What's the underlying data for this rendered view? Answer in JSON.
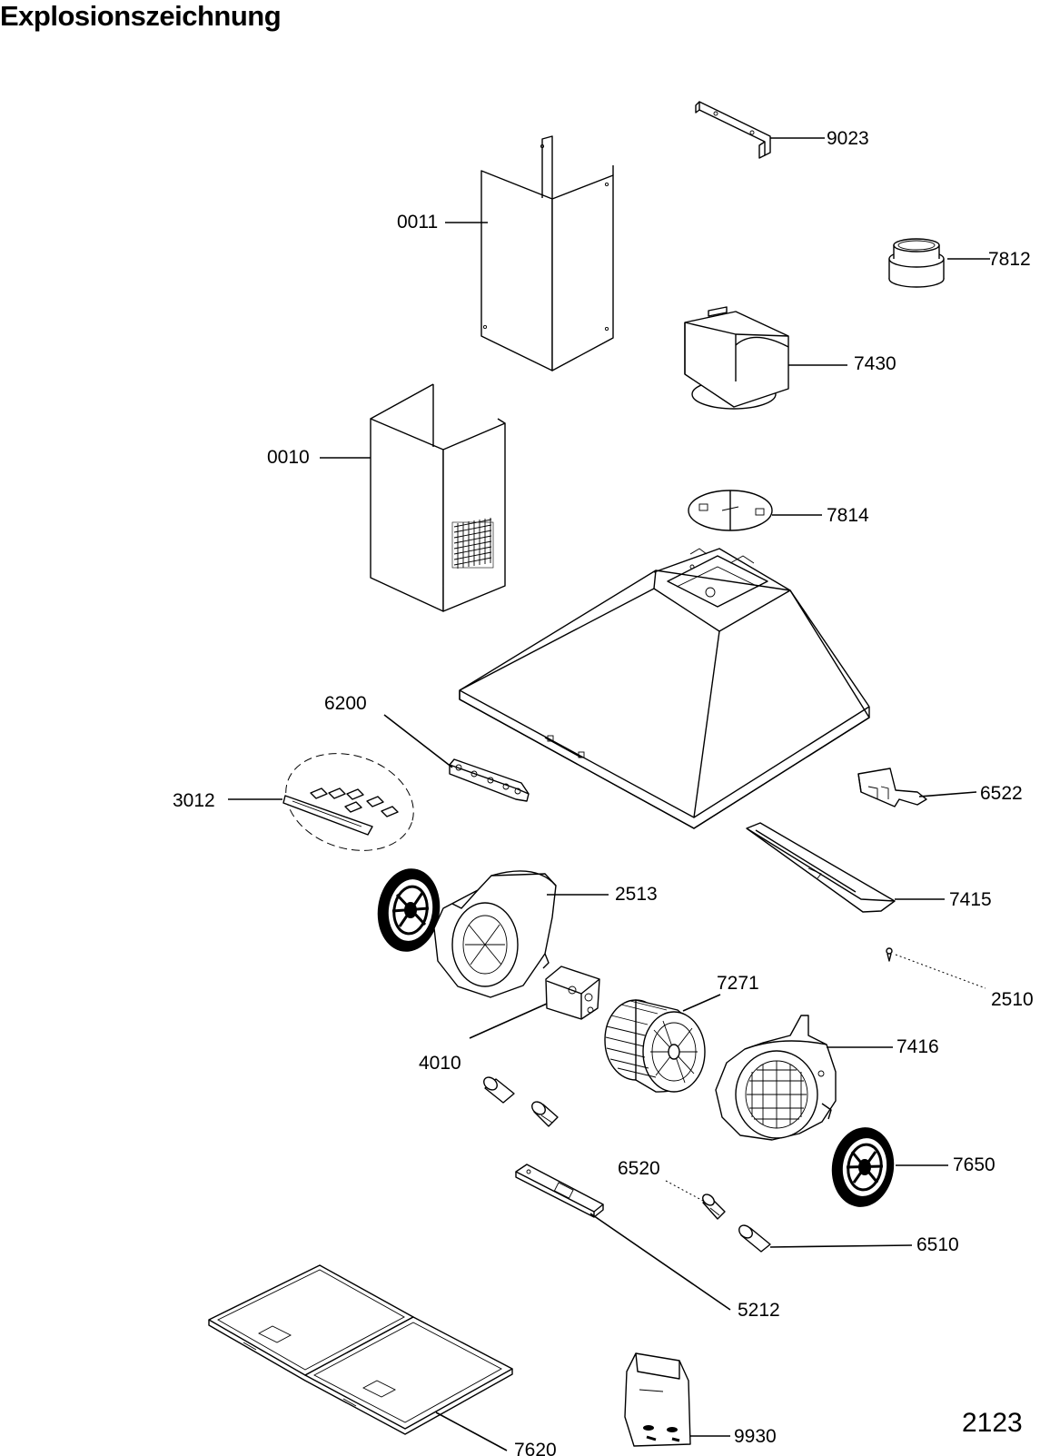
{
  "title": "Explosionszeichnung",
  "page_number": "2123",
  "parts": [
    {
      "id": "p-9023",
      "label": "9023"
    },
    {
      "id": "p-0011",
      "label": "0011"
    },
    {
      "id": "p-7812",
      "label": "7812"
    },
    {
      "id": "p-7430",
      "label": "7430"
    },
    {
      "id": "p-0010",
      "label": "0010"
    },
    {
      "id": "p-7814",
      "label": "7814"
    },
    {
      "id": "p-6200",
      "label": "6200"
    },
    {
      "id": "p-3012",
      "label": "3012"
    },
    {
      "id": "p-6522",
      "label": "6522"
    },
    {
      "id": "p-7415",
      "label": "7415"
    },
    {
      "id": "p-2510",
      "label": "2510"
    },
    {
      "id": "p-2513",
      "label": "2513"
    },
    {
      "id": "p-7271",
      "label": "7271"
    },
    {
      "id": "p-4010",
      "label": "4010"
    },
    {
      "id": "p-7416",
      "label": "7416"
    },
    {
      "id": "p-6520",
      "label": "6520"
    },
    {
      "id": "p-7650",
      "label": "7650"
    },
    {
      "id": "p-6510",
      "label": "6510"
    },
    {
      "id": "p-5212",
      "label": "5212"
    },
    {
      "id": "p-9930",
      "label": "9930"
    },
    {
      "id": "p-7620",
      "label": "7620"
    }
  ]
}
